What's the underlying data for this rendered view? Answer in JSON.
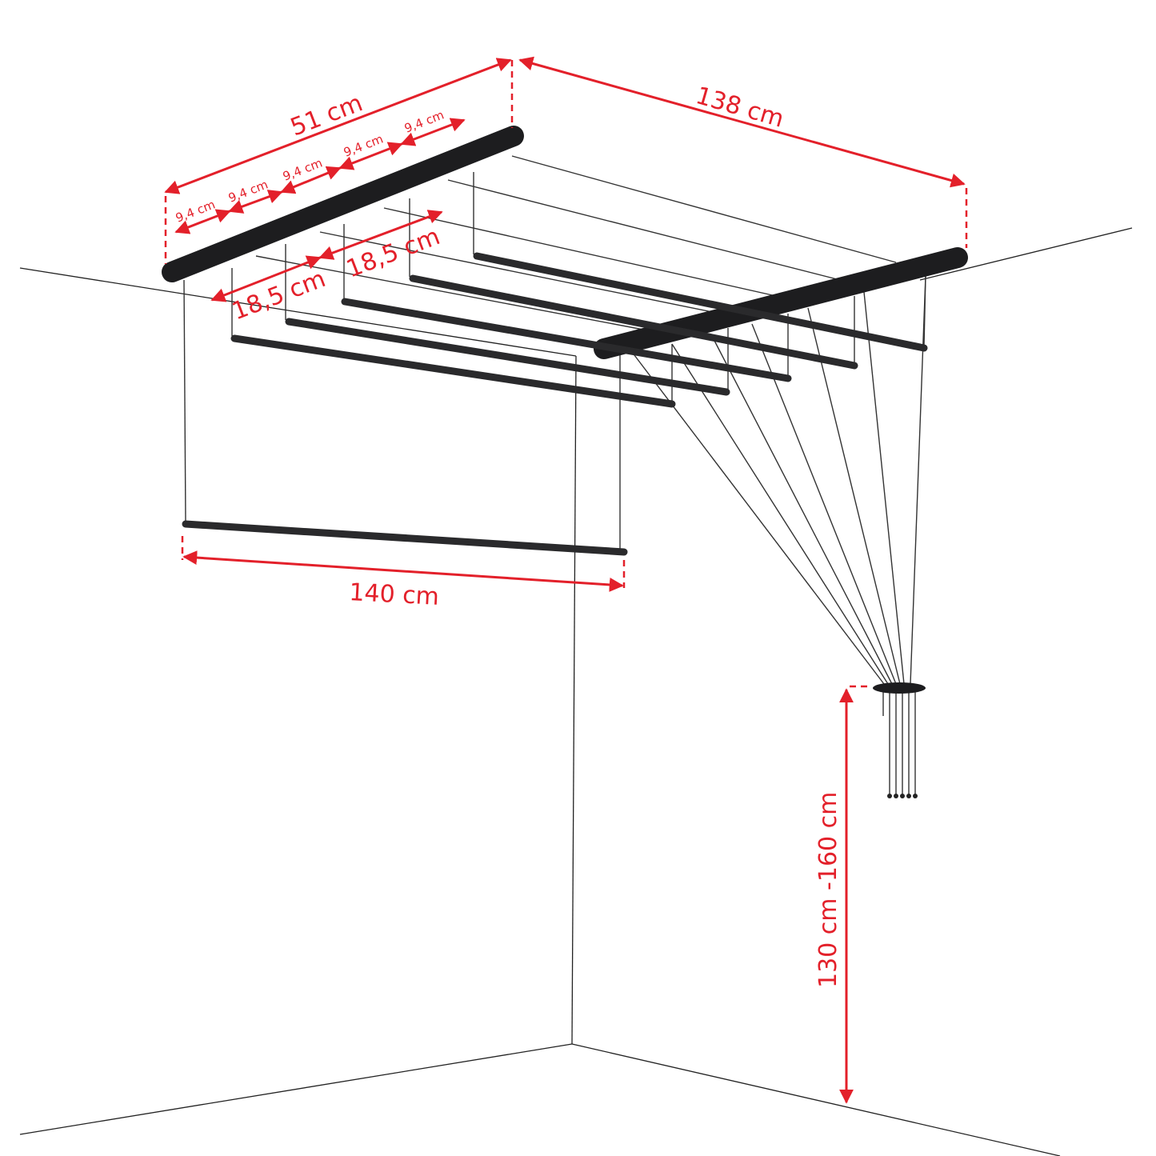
{
  "title": "Ceiling clothes drying rack dimensions",
  "colors": {
    "dimension": "#e3202a",
    "product": "#1d1d1f"
  },
  "dimensions": {
    "depth": "51 cm",
    "bracket_spacing": "138 cm",
    "rod_length": "140 cm",
    "rod_gaps_small": [
      "9,4 cm",
      "9,4 cm",
      "9,4 cm",
      "9,4 cm",
      "9,4 cm"
    ],
    "rod_gaps_large": [
      "18,5 cm",
      "18,5 cm"
    ],
    "handle_height": "130 cm -160 cm"
  }
}
